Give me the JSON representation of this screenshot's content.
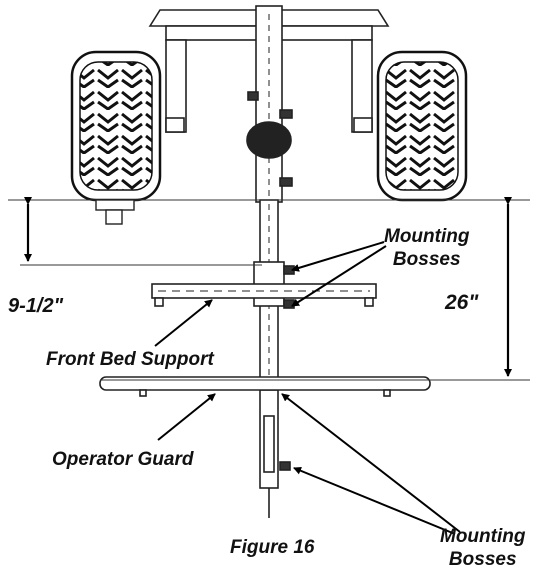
{
  "labels": {
    "mounting_bosses_top_line1": "Mounting",
    "mounting_bosses_top_line2": "Bosses",
    "dim_left": "9-1/2\"",
    "dim_right": "26\"",
    "front_bed_support": "Front Bed Support",
    "operator_guard": "Operator Guard",
    "mounting_bosses_bottom_line1": "Mounting",
    "mounting_bosses_bottom_line2": "Bosses",
    "caption": "Figure 16"
  }
}
